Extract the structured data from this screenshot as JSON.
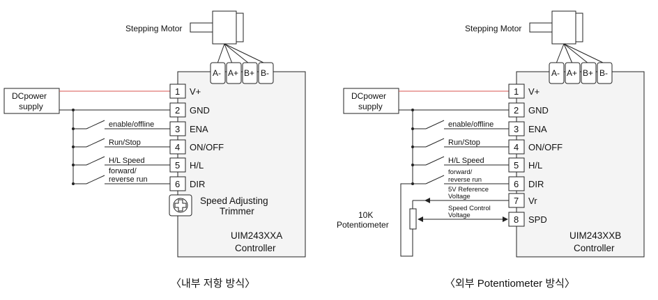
{
  "left": {
    "motor_label": "Stepping Motor",
    "motor_pins": [
      "A-",
      "A+",
      "B+",
      "B-"
    ],
    "supply_label_1": "DCpower",
    "supply_label_2": "supply",
    "pins": [
      {
        "num": "1",
        "name": "V+"
      },
      {
        "num": "2",
        "name": "GND"
      },
      {
        "num": "3",
        "name": "ENA"
      },
      {
        "num": "4",
        "name": "ON/OFF"
      },
      {
        "num": "5",
        "name": "H/L"
      },
      {
        "num": "6",
        "name": "DIR"
      }
    ],
    "switches": [
      "enable/offline",
      "Run/Stop",
      "H/L Speed",
      "forward/",
      "reverse run"
    ],
    "trimmer_label_1": "Speed Adjusting",
    "trimmer_label_2": "Trimmer",
    "controller_model": "UIM243XXA",
    "controller_label": "Controller",
    "caption": "〈내부 저항 방식〉"
  },
  "right": {
    "motor_label": "Stepping Motor",
    "motor_pins": [
      "A-",
      "A+",
      "B+",
      "B-"
    ],
    "supply_label_1": "DCpower",
    "supply_label_2": "supply",
    "pins": [
      {
        "num": "1",
        "name": "V+"
      },
      {
        "num": "2",
        "name": "GND"
      },
      {
        "num": "3",
        "name": "ENA"
      },
      {
        "num": "4",
        "name": "ON/OFF"
      },
      {
        "num": "5",
        "name": "H/L"
      },
      {
        "num": "6",
        "name": "DIR"
      },
      {
        "num": "7",
        "name": "Vr"
      },
      {
        "num": "8",
        "name": "SPD"
      }
    ],
    "switches": [
      "enable/offline",
      "Run/Stop",
      "H/L Speed",
      "forward/",
      "reverse run"
    ],
    "ref_voltage_1": "5V Reference",
    "ref_voltage_2": "Voltage",
    "speed_voltage_1": "Speed Control",
    "speed_voltage_2": "Voltage",
    "pot_label_1": "10K",
    "pot_label_2": "Potentiometer",
    "controller_model": "UIM243XXB",
    "controller_label": "Controller",
    "caption": "〈외부 Potentiometer 방식〉"
  },
  "colors": {
    "power_line": "#d9534f",
    "line": "#222222"
  }
}
